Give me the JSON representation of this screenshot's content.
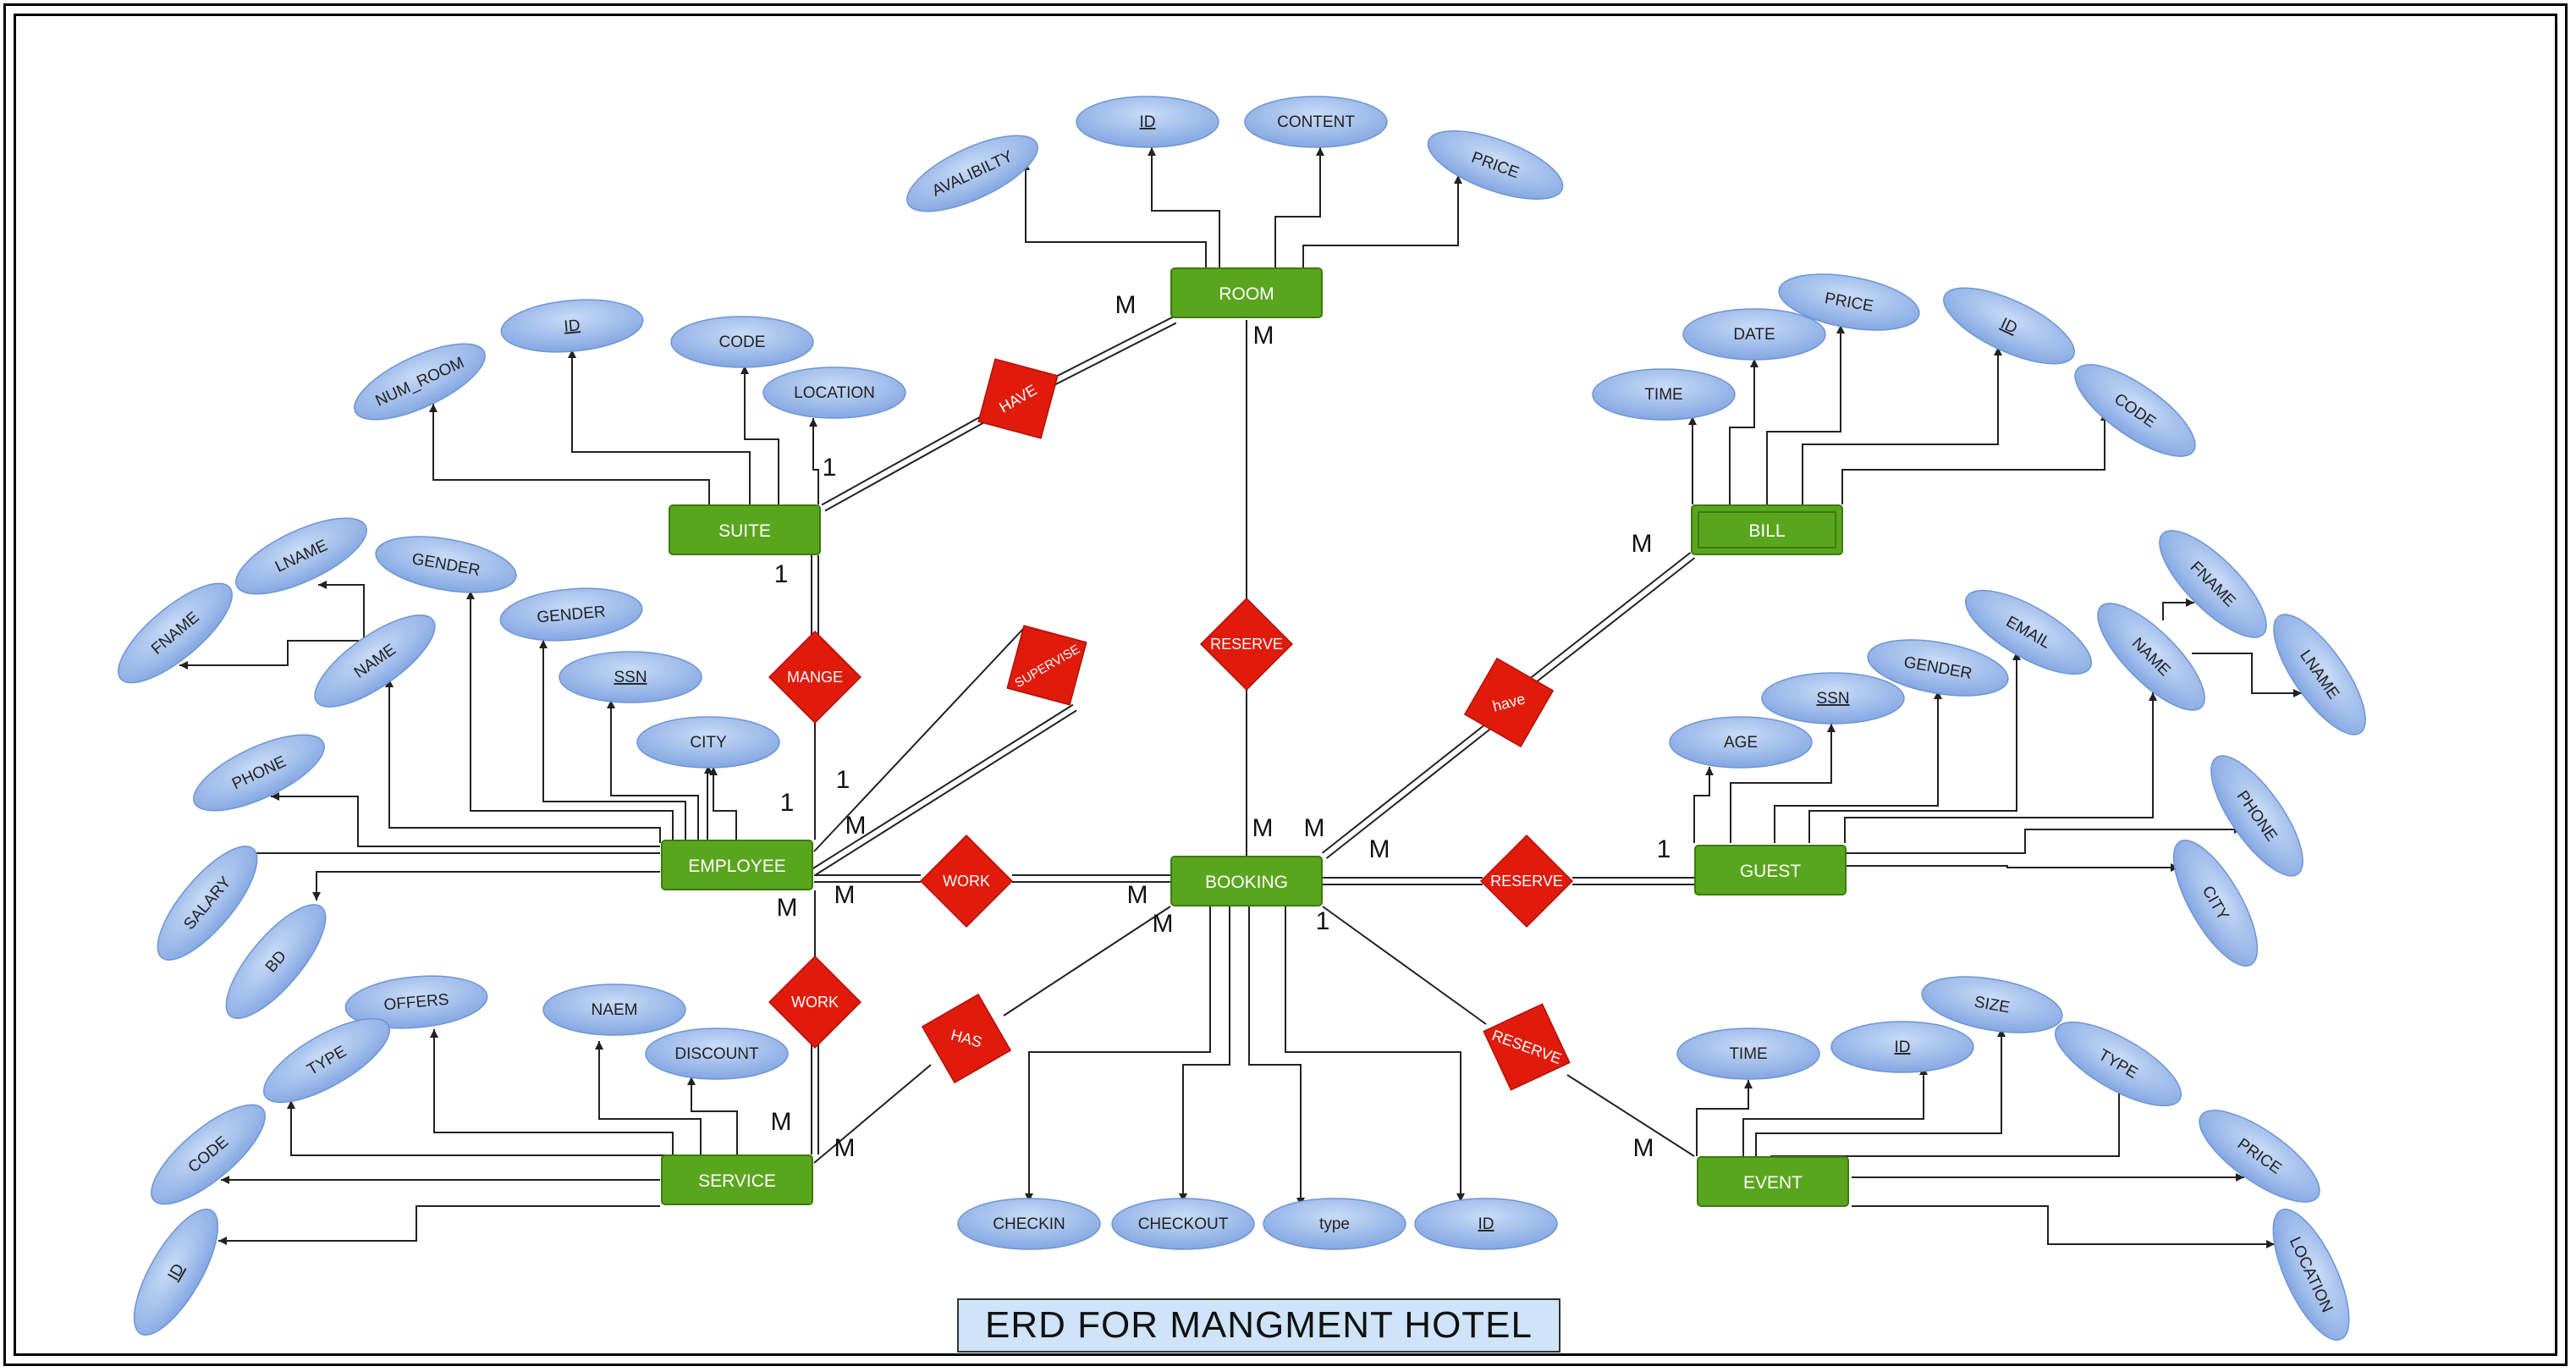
{
  "title": "ERD FOR MANGMENT HOTEL",
  "colors": {
    "entity": "#5aa51e",
    "relationship": "#e01b0c",
    "attribute": "#8fb2e8",
    "line": "#222222"
  },
  "entities": [
    {
      "id": "room",
      "label": "ROOM"
    },
    {
      "id": "suite",
      "label": "SUITE"
    },
    {
      "id": "bill",
      "label": "BILL"
    },
    {
      "id": "employee",
      "label": "EMPLOYEE"
    },
    {
      "id": "booking",
      "label": "BOOKING"
    },
    {
      "id": "guest",
      "label": "GUEST"
    },
    {
      "id": "service",
      "label": "SERVICE"
    },
    {
      "id": "event",
      "label": "EVENT"
    }
  ],
  "relationships": [
    {
      "id": "have-room",
      "label": "HAVE"
    },
    {
      "id": "reserve-room",
      "label": "RESERVE"
    },
    {
      "id": "mange",
      "label": "MANGE"
    },
    {
      "id": "supervise",
      "label": "SUPERVISE"
    },
    {
      "id": "have-bill",
      "label": "have"
    },
    {
      "id": "work-booking",
      "label": "WORK"
    },
    {
      "id": "reserve-guest",
      "label": "RESERVE"
    },
    {
      "id": "work-service",
      "label": "WORK"
    },
    {
      "id": "has",
      "label": "HAS"
    },
    {
      "id": "reserve-event",
      "label": "RESERVE"
    }
  ],
  "attributes": [
    {
      "label": "AVALIBILTY",
      "underline": false
    },
    {
      "label": "ID",
      "underline": true
    },
    {
      "label": "CONTENT",
      "underline": false
    },
    {
      "label": "PRICE",
      "underline": false
    },
    {
      "label": "NUM_ROOM",
      "underline": false
    },
    {
      "label": "ID",
      "underline": true
    },
    {
      "label": "CODE",
      "underline": false
    },
    {
      "label": "LOCATION",
      "underline": false
    },
    {
      "label": "TIME",
      "underline": false
    },
    {
      "label": "DATE",
      "underline": false
    },
    {
      "label": "PRICE",
      "underline": false
    },
    {
      "label": "ID",
      "underline": true
    },
    {
      "label": "CODE",
      "underline": false
    },
    {
      "label": "FNAME",
      "underline": false
    },
    {
      "label": "LNAME",
      "underline": false
    },
    {
      "label": "GENDER",
      "underline": false
    },
    {
      "label": "NAME",
      "underline": false
    },
    {
      "label": "GENDER",
      "underline": false
    },
    {
      "label": "SSN",
      "underline": true
    },
    {
      "label": "CITY",
      "underline": false
    },
    {
      "label": "PHONE",
      "underline": false
    },
    {
      "label": "SALARY",
      "underline": false
    },
    {
      "label": "BD",
      "underline": false
    },
    {
      "label": "AGE",
      "underline": false
    },
    {
      "label": "SSN",
      "underline": true
    },
    {
      "label": "GENDER",
      "underline": false
    },
    {
      "label": "EMAIL",
      "underline": false
    },
    {
      "label": "NAME",
      "underline": false
    },
    {
      "label": "FNAME",
      "underline": false
    },
    {
      "label": "LNAME",
      "underline": false
    },
    {
      "label": "PHONE",
      "underline": false
    },
    {
      "label": "CITY",
      "underline": false
    },
    {
      "label": "OFFERS",
      "underline": false
    },
    {
      "label": "TYPE",
      "underline": false
    },
    {
      "label": "NAEM",
      "underline": false
    },
    {
      "label": "DISCOUNT",
      "underline": false
    },
    {
      "label": "CODE",
      "underline": false
    },
    {
      "label": "ID",
      "underline": true
    },
    {
      "label": "CHECKIN",
      "underline": false
    },
    {
      "label": "CHECKOUT",
      "underline": false
    },
    {
      "label": "type",
      "underline": false
    },
    {
      "label": "ID",
      "underline": true
    },
    {
      "label": "TIME",
      "underline": false
    },
    {
      "label": "ID",
      "underline": true
    },
    {
      "label": "SIZE",
      "underline": false
    },
    {
      "label": "TYPE",
      "underline": false
    },
    {
      "label": "PRICE",
      "underline": false
    },
    {
      "label": "LOCATION",
      "underline": false
    }
  ],
  "cardinalities": [
    "M",
    "M",
    "1",
    "1",
    "M",
    "1",
    "M",
    "1",
    "M",
    "M",
    "M",
    "M",
    "M",
    "1",
    "M",
    "M",
    "1",
    "M",
    "M",
    "M"
  ]
}
